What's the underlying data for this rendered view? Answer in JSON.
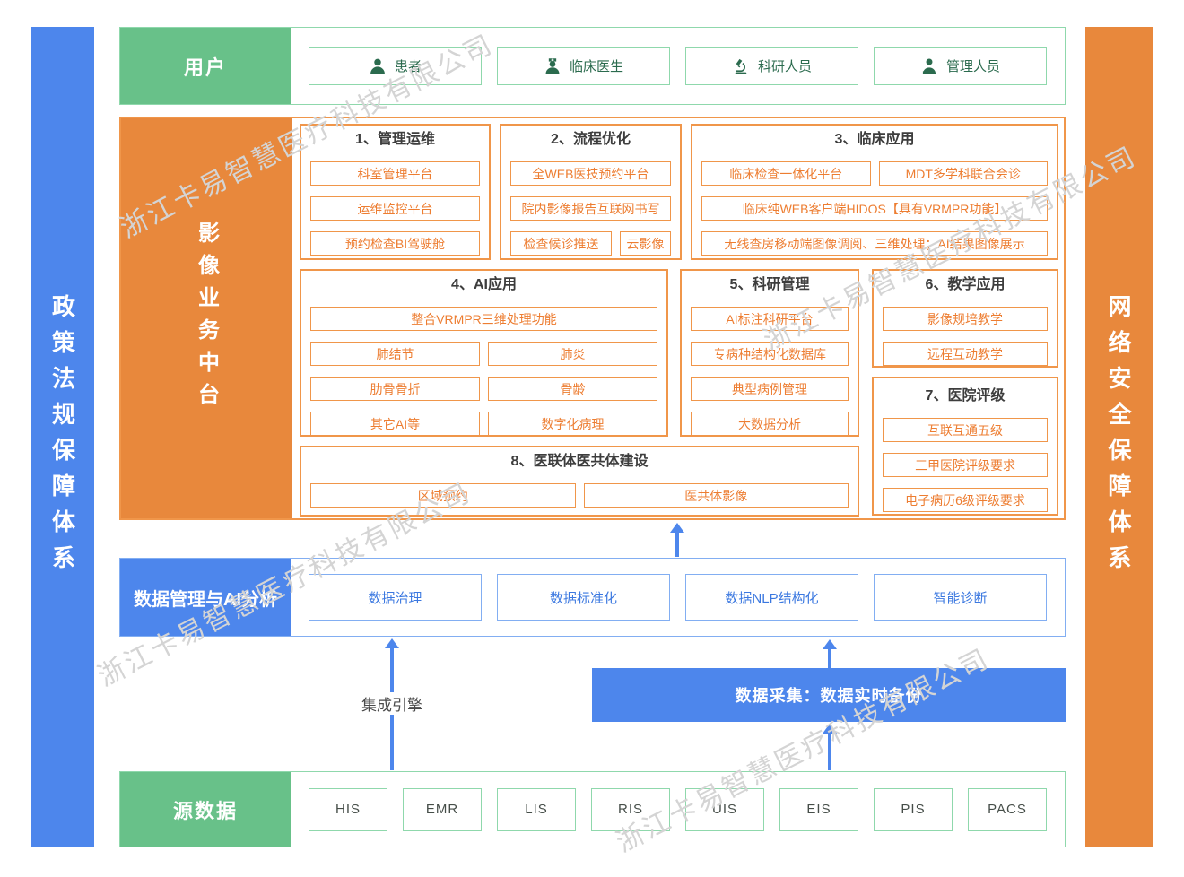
{
  "watermark": {
    "text": "浙江卡易智慧医疗科技有限公司"
  },
  "left_bar": {
    "label": "政策法规保障体系"
  },
  "right_bar": {
    "label": "网络安全保障体系"
  },
  "user_band": {
    "label": "用户",
    "items": [
      {
        "icon": "patient-icon",
        "label": "患者"
      },
      {
        "icon": "doctor-icon",
        "label": "临床医生"
      },
      {
        "icon": "microscope-icon",
        "label": "科研人员"
      },
      {
        "icon": "manager-icon",
        "label": "管理人员"
      }
    ]
  },
  "platform": {
    "label": "影像业务中台",
    "sections": {
      "s1": {
        "title": "1、管理运维",
        "items": [
          "科室管理平台",
          "运维监控平台",
          "预约检查BI驾驶舱"
        ]
      },
      "s2": {
        "title": "2、流程优化",
        "items": [
          "全WEB医技预约平台",
          "院内影像报告互联网书写",
          "检查候诊推送",
          "云影像"
        ]
      },
      "s3": {
        "title": "3、临床应用",
        "items": [
          "临床检查一体化平台",
          "MDT多学科联合会诊",
          "临床纯WEB客户端HIDOS【具有VRMPR功能】",
          "无线查房移动端图像调阅、三维处理；AI结果图像展示"
        ]
      },
      "s4": {
        "title": "4、AI应用",
        "items": [
          "整合VRMPR三维处理功能",
          "肺结节",
          "肺炎",
          "肋骨骨折",
          "骨龄",
          "其它AI等",
          "数字化病理"
        ]
      },
      "s5": {
        "title": "5、科研管理",
        "items": [
          "AI标注科研平台",
          "专病种结构化数据库",
          "典型病例管理",
          "大数据分析"
        ]
      },
      "s6": {
        "title": "6、教学应用",
        "items": [
          "影像规培教学",
          "远程互动教学"
        ]
      },
      "s7": {
        "title": "7、医院评级",
        "items": [
          "互联互通五级",
          "三甲医院评级要求",
          "电子病历6级评级要求"
        ]
      },
      "s8": {
        "title": "8、医联体医共体建设",
        "items": [
          "区域预约",
          "医共体影像"
        ]
      }
    }
  },
  "data_band": {
    "label": "数据管理与AI分析",
    "items": [
      "数据治理",
      "数据标准化",
      "数据NLP结构化",
      "智能诊断"
    ]
  },
  "flow": {
    "integration_engine_label": "集成引擎",
    "data_collection_label": "数据采集：数据实时备份"
  },
  "source_band": {
    "label": "源数据",
    "items": [
      "HIS",
      "EMR",
      "LIS",
      "RIS",
      "UIS",
      "EIS",
      "PIS",
      "PACS"
    ]
  },
  "colors": {
    "green": "#68c189",
    "green_border": "#8fd8ac",
    "green_text": "#2b6b4e",
    "orange": "#e8883c",
    "orange_border": "#f0964a",
    "orange_text": "#ed7d31",
    "blue": "#4d86ec",
    "blue_border": "#82aef2",
    "blue_text": "#3b78e0",
    "title_text": "#3d3d3d",
    "watermark": "#d4d4d4"
  }
}
